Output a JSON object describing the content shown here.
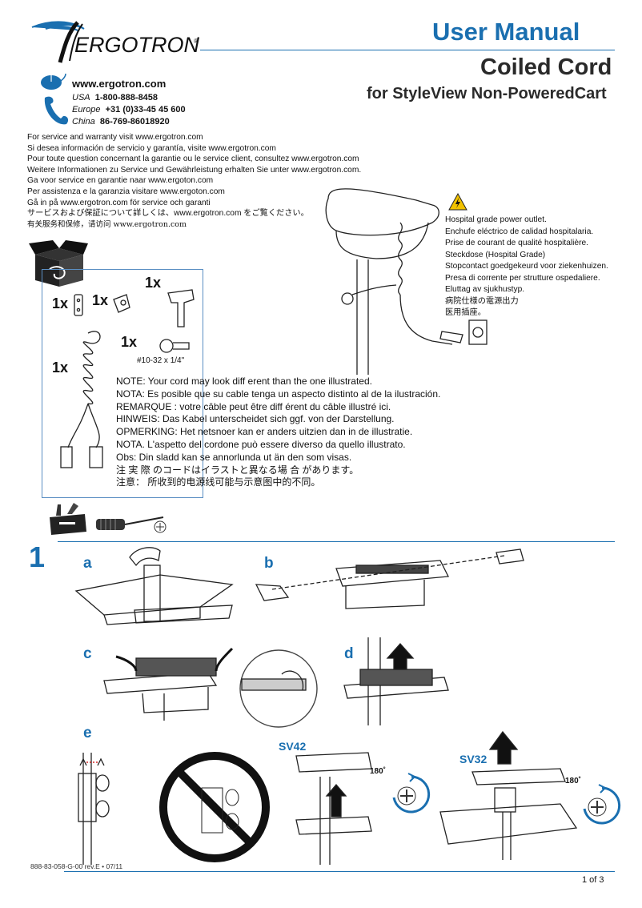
{
  "header": {
    "title": "User Manual",
    "product": "Coiled Cord",
    "subtitle": "for StyleView Non-PoweredCart",
    "brand": "ERGOTRON",
    "brand_mark": "®"
  },
  "contacts": {
    "web": "www.ergotron.com",
    "phones": [
      {
        "region": "USA",
        "number": "1-800-888-8458"
      },
      {
        "region": "Europe",
        "number": "+31 (0)33-45 45 600"
      },
      {
        "region": "China",
        "number": "86-769-86018920"
      }
    ]
  },
  "service_info": [
    "For service and warranty visit www.ergotron.com",
    "Si desea información de servicio y garantía, visite www.ergotron.com",
    "Pour toute question concernant la garantie ou le service client, consultez www.ergotron.com",
    "Weitere Informationen zu Service und Gewährleistung erhalten Sie unter www.ergotron.com.",
    "Ga voor service en garantie naar www.ergoton.com",
    "Per assistenza e la garanzia visitare www.ergoton.com",
    "Gå in på www.ergotron.com för service och garanti",
    "サービスおよび保証について詳しくは、www.ergotron.com をご覧ください。",
    "有关服务和保修，请访问 www.ergotron.com"
  ],
  "hazard_info": [
    "Hospital grade power outlet.",
    "Enchufe eléctrico de calidad hospitalaria.",
    "Prise de courant de qualité hospitalière.",
    "Steckdose (Hospital Grade)",
    "Stopcontact goedgekeurd voor ziekenhuizen.",
    "Presa di corrente per strutture ospedaliere.",
    "Eluttag av sjukhustyp.",
    "病院仕様の電源出力",
    "医用插座。"
  ],
  "parts": {
    "quantities": [
      "1x",
      "1x",
      "1x",
      "1x",
      "1x"
    ],
    "screw_spec": "#10-32 x 1/4\""
  },
  "notes": [
    "NOTE:  Your cord may look diff erent than the one illustrated.",
    "NOTA:  Es posible que su cable tenga un aspecto distinto al de la ilustración.",
    "REMARQUE : votre câble peut être diff érent du câble illustré ici.",
    "HINWEIS:  Das Kabel unterscheidet sich ggf. von der Darstellung.",
    "OPMERKING:  Het netsnoer kan er anders uitzien dan in de illustratie.",
    "NOTA.  L'aspetto del cordone può essere diverso da quello illustrato.",
    "Obs:  Din sladd kan se annorlunda ut än den som visas.",
    "注 実 際 のコードはイラストと異なる場 合 があります。",
    "注意：  所收到的电源线可能与示意图中的不同。"
  ],
  "step": {
    "number": "1",
    "subs": [
      "a",
      "b",
      "c",
      "d",
      "e"
    ],
    "models": [
      "SV42",
      "SV32"
    ],
    "rotation": "180˚"
  },
  "footer": {
    "doc_code": "888-83-058-G-00 rev.E • 07/11",
    "page": "1 of 3"
  },
  "colors": {
    "accent": "#1a6fb0",
    "hazard": "#f2c200"
  }
}
